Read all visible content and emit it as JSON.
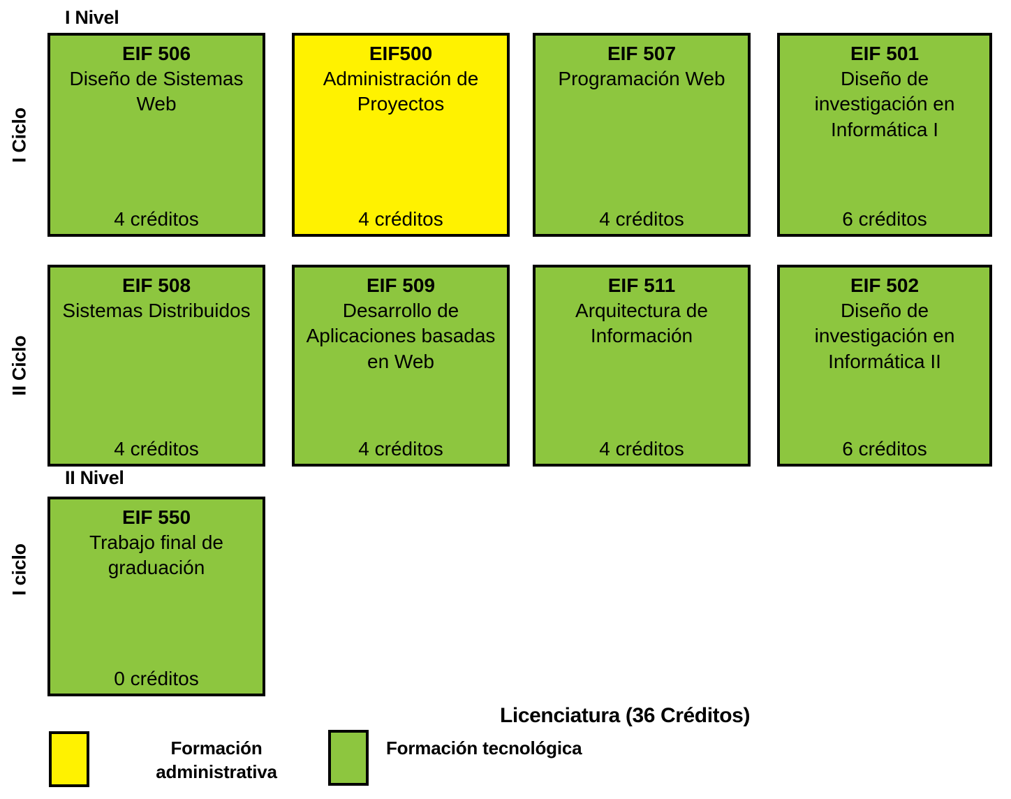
{
  "diagram": {
    "type": "curriculum-grid",
    "program_title": "Licenciatura (36 Créditos)",
    "colors": {
      "technological": "#8DC63F",
      "administrative": "#FFF200",
      "border": "#000000",
      "background": "#FFFFFF"
    },
    "levels": [
      {
        "id": "nivel-1",
        "label": "I Nivel"
      },
      {
        "id": "nivel-2",
        "label": "II Nivel"
      }
    ],
    "cycles": [
      {
        "id": "ciclo-1",
        "label": "I Ciclo"
      },
      {
        "id": "ciclo-2",
        "label": "II Ciclo"
      },
      {
        "id": "ciclo-3",
        "label": "I ciclo"
      }
    ],
    "rows": [
      {
        "cycle": "I Ciclo",
        "level": "I Nivel",
        "courses": [
          {
            "code": "EIF 506",
            "name": "Diseño de Sistemas Web",
            "credits": "4 créditos",
            "category": "tecnologica"
          },
          {
            "code": "EIF500",
            "name": "Administración de Proyectos",
            "credits": "4 créditos",
            "category": "administrativa"
          },
          {
            "code": "EIF 507",
            "name": "Programación Web",
            "credits": "4 créditos",
            "category": "tecnologica"
          },
          {
            "code": "EIF 501",
            "name": "Diseño de investigación en Informática I",
            "credits": "6 créditos",
            "category": "tecnologica"
          }
        ]
      },
      {
        "cycle": "II Ciclo",
        "level": "I Nivel",
        "courses": [
          {
            "code": "EIF 508",
            "name": "Sistemas Distribuidos",
            "credits": "4 créditos",
            "category": "tecnologica"
          },
          {
            "code": "EIF 509",
            "name": "Desarrollo de Aplicaciones basadas en Web",
            "credits": "4 créditos",
            "category": "tecnologica"
          },
          {
            "code": "EIF 511",
            "name": "Arquitectura de Información",
            "credits": "4 créditos",
            "category": "tecnologica"
          },
          {
            "code": "EIF 502",
            "name": "Diseño de investigación en Informática II",
            "credits": "6 créditos",
            "category": "tecnologica"
          }
        ]
      },
      {
        "cycle": "I ciclo",
        "level": "II Nivel",
        "courses": [
          {
            "code": "EIF 550",
            "name": "Trabajo final de graduación",
            "credits": "0 créditos",
            "category": "tecnologica"
          }
        ]
      }
    ],
    "legend": [
      {
        "id": "legend-administrativa",
        "swatch": "administrativa",
        "line1": "Formación",
        "line2": "administrativa"
      },
      {
        "id": "legend-tecnologica",
        "swatch": "tecnologica",
        "line1": "Formación tecnológica",
        "line2": ""
      }
    ]
  }
}
